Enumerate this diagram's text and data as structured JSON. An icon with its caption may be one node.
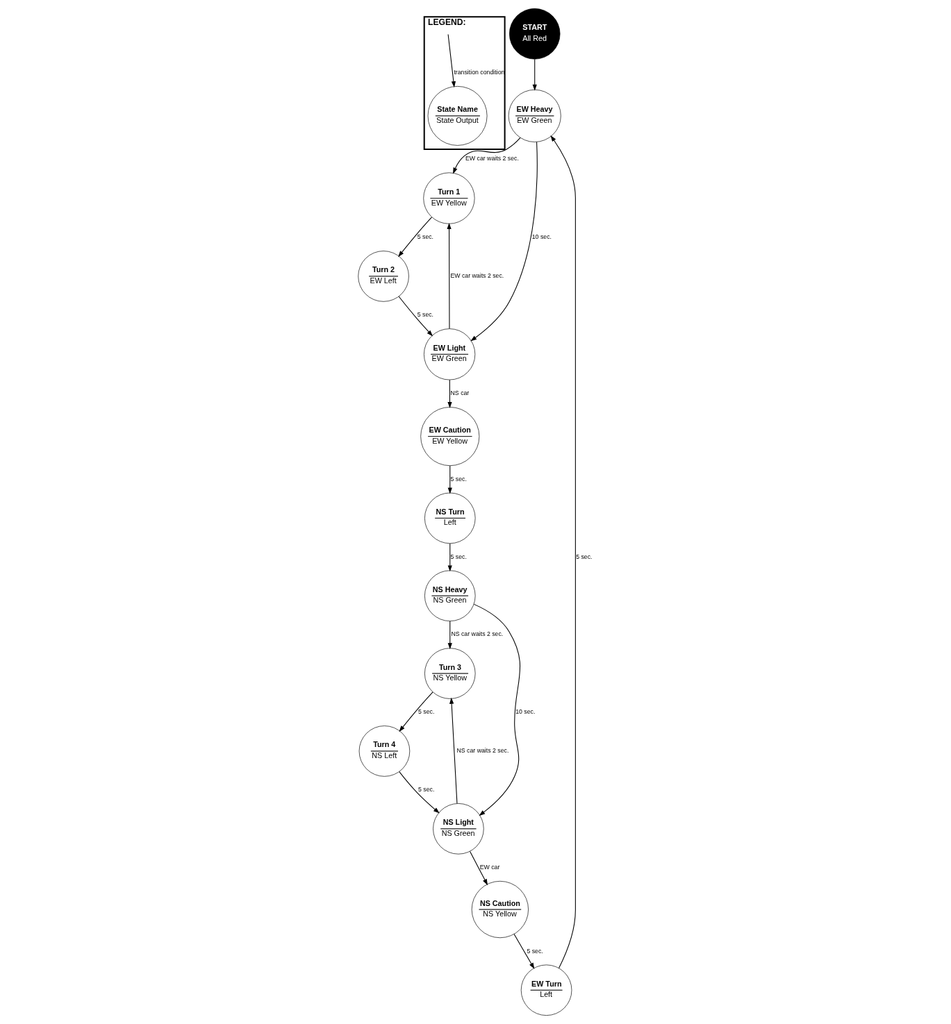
{
  "diagram": {
    "nodes": [
      {
        "text": [
          "LEGEND:"
        ]
      },
      {
        "text": [
          "State Name",
          "State Output"
        ],
        "in": 0
      },
      {
        "text": [
          "START",
          "All Red"
        ]
      },
      {
        "text": [
          "EW Heavy",
          "EW Green"
        ]
      },
      {
        "text": [
          "EW Turn",
          "Left"
        ]
      },
      {
        "text": [
          "Turn 1",
          "EW Yellow"
        ]
      },
      {
        "text": [
          "EW Light",
          "EW Green"
        ]
      },
      {
        "text": [
          "Turn 2",
          "EW Left"
        ]
      },
      {
        "text": [
          "EW Caution",
          "EW Yellow"
        ]
      },
      {
        "text": [
          "NS Turn",
          "Left"
        ]
      },
      {
        "text": [
          "NS Heavy",
          "NS Green"
        ]
      },
      {
        "text": [
          "Turn 3",
          "NS Yellow"
        ]
      },
      {
        "text": [
          "NS Light",
          "NS Green"
        ]
      },
      {
        "text": [
          "Turn 4",
          "NS Left"
        ]
      },
      {
        "text": [
          "NS Caution",
          "NS Yellow"
        ]
      }
    ],
    "edges": [
      {
        "from": null,
        "to": 1,
        "arrow": "to",
        "label": "transition condition"
      },
      {
        "from": 2,
        "to": 3,
        "arrow": "to"
      },
      {
        "from": 4,
        "to": 3,
        "arrow": "to",
        "label": "5 sec."
      },
      {
        "from": 3,
        "to": 5,
        "arrow": "to",
        "label": "EW car waits 2 sec."
      },
      {
        "from": 3,
        "to": 6,
        "arrow": "to",
        "label": "10 sec."
      },
      {
        "from": 6,
        "to": 5,
        "arrow": "to",
        "label": "EW car waits 2 sec."
      },
      {
        "from": 5,
        "to": 7,
        "arrow": "to",
        "label": "5 sec."
      },
      {
        "from": 7,
        "to": 6,
        "arrow": "to",
        "label": "5 sec."
      },
      {
        "from": 6,
        "to": 8,
        "arrow": "to",
        "label": "NS car"
      },
      {
        "from": 8,
        "to": 9,
        "arrow": "to",
        "label": "5 sec."
      },
      {
        "from": 9,
        "to": 10,
        "arrow": "to",
        "label": "5 sec."
      },
      {
        "from": 10,
        "to": 11,
        "arrow": "to",
        "label": "NS car waits 2 sec."
      },
      {
        "from": 10,
        "to": 12,
        "arrow": "to",
        "label": "10 sec."
      },
      {
        "from": 12,
        "to": 11,
        "arrow": "to",
        "label": "NS car waits 2 sec."
      },
      {
        "from": 11,
        "to": 13,
        "arrow": "to",
        "label": "5 sec."
      },
      {
        "from": 13,
        "to": 12,
        "arrow": "to",
        "label": "5 sec."
      },
      {
        "from": 12,
        "to": 14,
        "arrow": "to",
        "label": "EW car"
      },
      {
        "from": 14,
        "to": 4,
        "arrow": "to",
        "label": "5 sec."
      }
    ]
  }
}
